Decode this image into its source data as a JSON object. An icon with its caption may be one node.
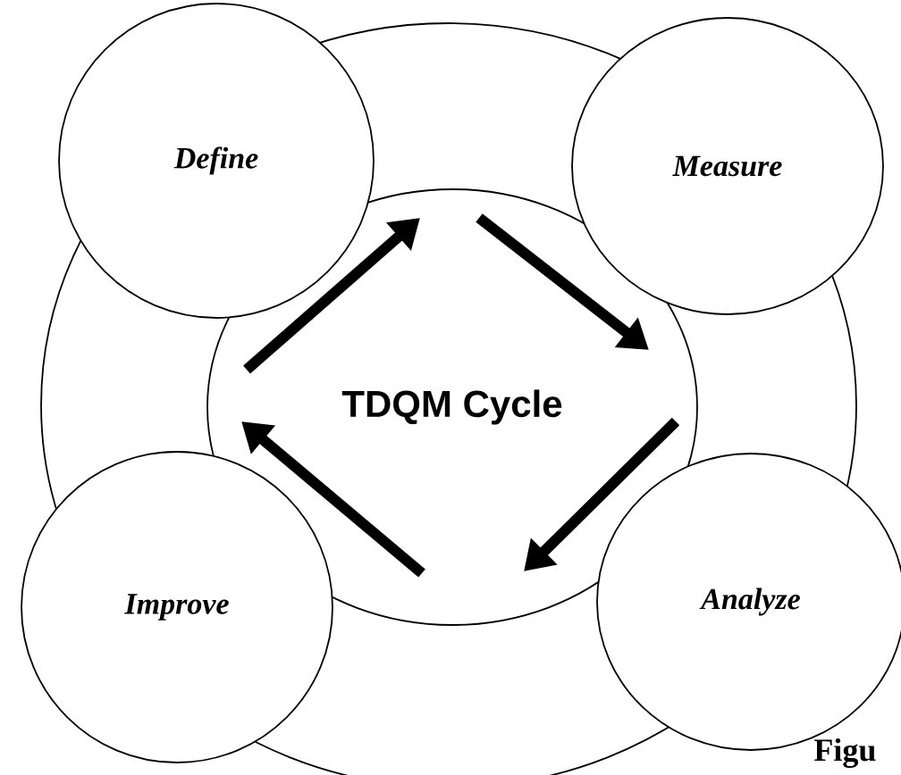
{
  "diagram": {
    "nodes": [
      {
        "text": [],
        "shape": "circle"
      },
      {
        "text": [
          "TDQM Cycle"
        ],
        "in": 0
      },
      {
        "text": [
          "Define"
        ]
      },
      {
        "text": [
          "Measure"
        ]
      },
      {
        "text": [
          "Analyze"
        ]
      },
      {
        "text": [
          "Improve"
        ]
      }
    ],
    "labels": [
      "Figu"
    ]
  }
}
